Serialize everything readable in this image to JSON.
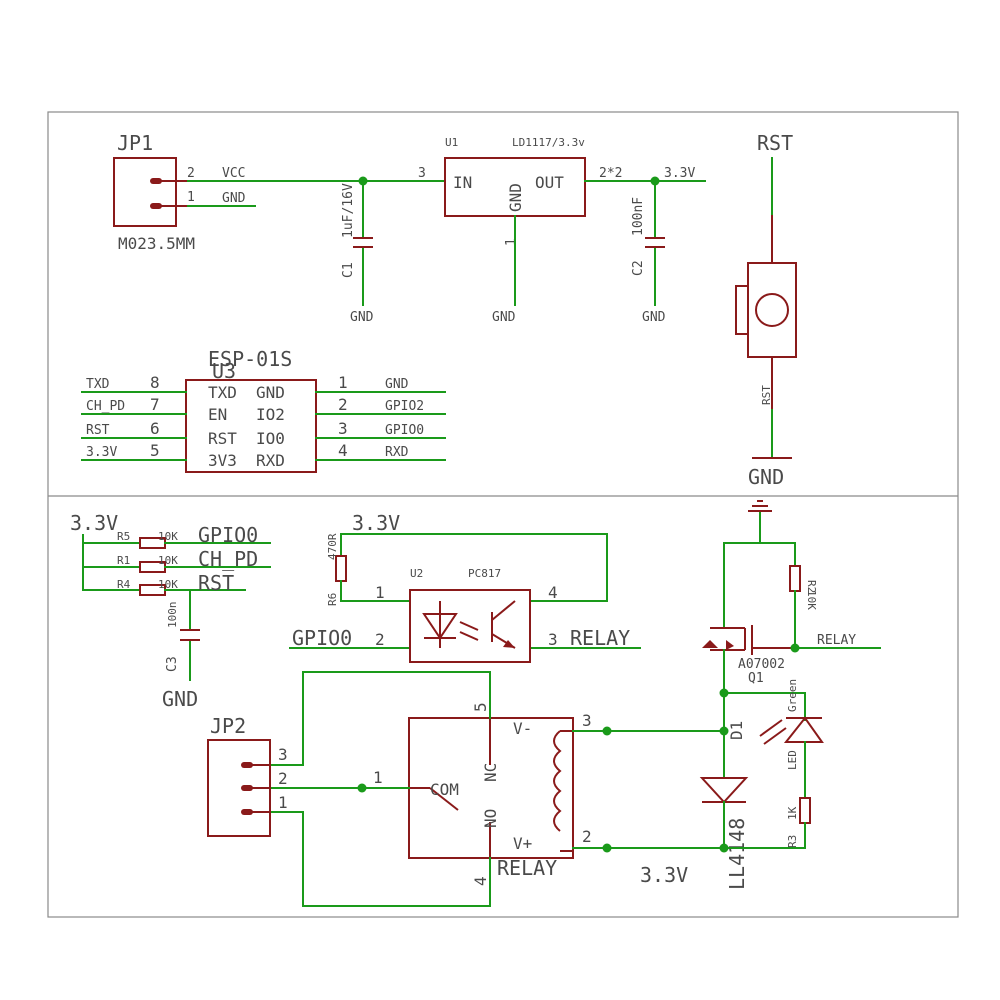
{
  "regulator": {
    "jp1": {
      "name": "JP1",
      "pin2": "2",
      "pin1": "1",
      "net_vcc": "VCC",
      "net_gnd": "GND",
      "value": "M023.5MM"
    },
    "c1": {
      "name": "C1",
      "value": "1uF/16V"
    },
    "u1": {
      "name": "U1",
      "value": "LD1117/3.3v",
      "in": "IN",
      "gnd": "GND",
      "out": "OUT",
      "pin_in": "3",
      "pin_gnd": "1",
      "pin_out": "2*2",
      "net_out": "3.3V"
    },
    "c2": {
      "name": "C2",
      "value": "100nF"
    },
    "gnd1": "GND",
    "gnd2": "GND",
    "gnd3": "GND"
  },
  "reset": {
    "top": "RST",
    "pin": "RST",
    "bottom": "GND"
  },
  "esp": {
    "title": "ESP-01S",
    "ref": "U3",
    "left_pins": [
      {
        "label": "TXD",
        "num": "8",
        "net": "TXD"
      },
      {
        "label": "EN",
        "num": "7",
        "net": "CH_PD"
      },
      {
        "label": "RST",
        "num": "6",
        "net": "RST"
      },
      {
        "label": "3V3",
        "num": "5",
        "net": "3.3V"
      }
    ],
    "right_pins": [
      {
        "label": "GND",
        "num": "1",
        "net": "GND"
      },
      {
        "label": "IO2",
        "num": "2",
        "net": "GPIO2"
      },
      {
        "label": "IO0",
        "num": "3",
        "net": "GPIO0"
      },
      {
        "label": "RXD",
        "num": "4",
        "net": "RXD"
      }
    ]
  },
  "pullups": {
    "supply": "3.3V",
    "r5": {
      "name": "R5",
      "value": "10K",
      "net": "GPIO0"
    },
    "r1": {
      "name": "R1",
      "value": "10K",
      "net": "CH_PD"
    },
    "r4": {
      "name": "R4",
      "value": "10K",
      "net": "RST"
    },
    "c3": {
      "name": "C3",
      "value": "100n"
    },
    "gnd": "GND"
  },
  "opto": {
    "supply": "3.3V",
    "r6": {
      "name": "R6",
      "value": "470R"
    },
    "u2": {
      "name": "U2",
      "value": "PC817"
    },
    "pin1": "1",
    "pin2": "2",
    "pin3": "3",
    "pin4": "4",
    "in_net": "GPIO0",
    "out_net": "RELAY"
  },
  "driver": {
    "r2": {
      "name": "R2",
      "value": "10K"
    },
    "q1": {
      "name": "Q1",
      "value": "A07002"
    },
    "net": "RELAY",
    "d1": {
      "name": "D1",
      "value": "LL4148"
    },
    "led": {
      "name": "LED",
      "value": "Green"
    },
    "r3": {
      "name": "R3",
      "value": "1K"
    },
    "supply": "3.3V"
  },
  "relay": {
    "name": "RELAY",
    "com": "COM",
    "nc": "NC",
    "no": "NO",
    "vminus": "V-",
    "vplus": "V+",
    "pin1": "1",
    "pin2": "2",
    "pin3": "3",
    "pin4": "4",
    "pin5": "5"
  },
  "jp2": {
    "name": "JP2",
    "pin3": "3",
    "pin2": "2",
    "pin1": "1"
  }
}
